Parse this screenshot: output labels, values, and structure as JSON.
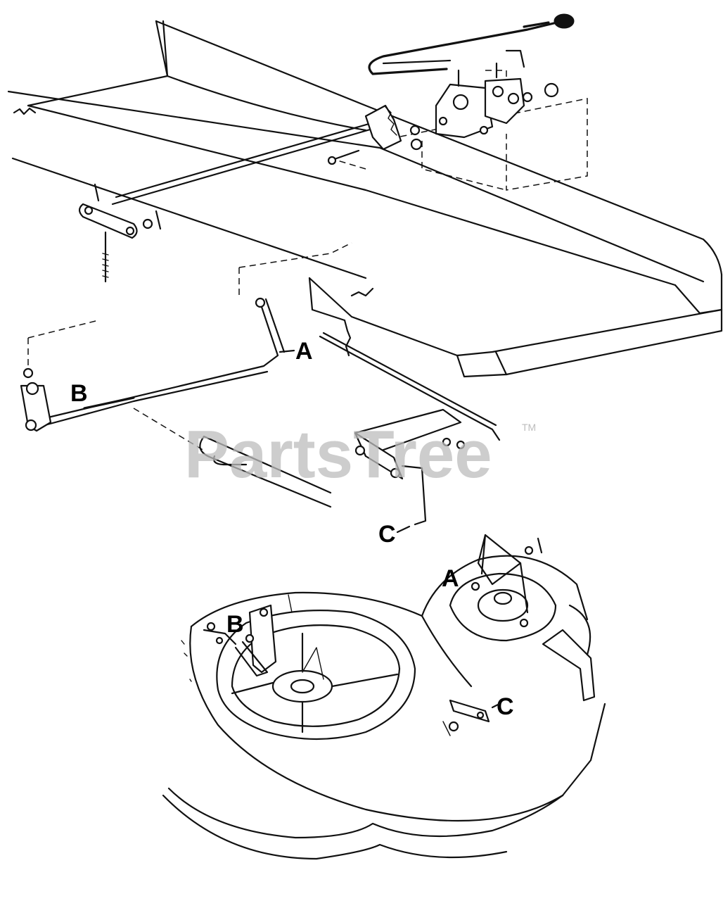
{
  "diagram": {
    "callouts": {
      "a_upper": "A",
      "b_upper": "B",
      "c_upper": "C",
      "a_lower": "A",
      "b_lower": "B",
      "c_lower": "C"
    },
    "watermark": {
      "text": "PartsTree",
      "trademark": "TM"
    }
  }
}
